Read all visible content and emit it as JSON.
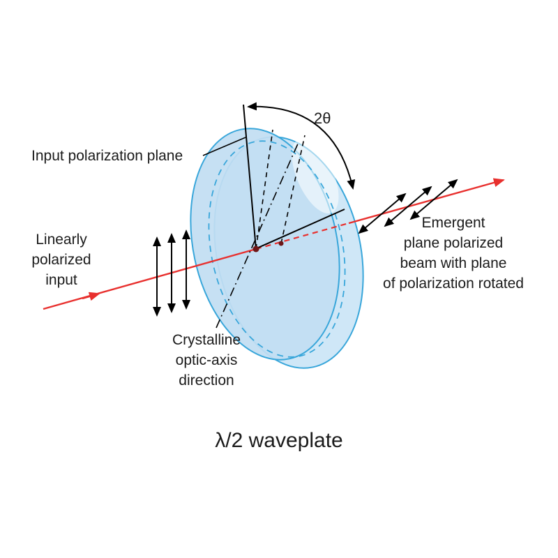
{
  "title": "λ/2 waveplate",
  "angle_label": "2θ",
  "labels": {
    "input_plane": "Input polarization plane",
    "linearly": [
      "Linearly",
      "polarized",
      "input"
    ],
    "emergent": [
      "Emergent",
      "plane polarized",
      "beam with plane",
      "of polarization rotated"
    ],
    "crystalline": [
      "Crystalline",
      "optic-axis",
      "direction"
    ]
  },
  "colors": {
    "beam": "#e8302e",
    "disk_fill_front": "#c2def2",
    "disk_fill_back": "#cfe7f7",
    "disk_stroke": "#38a6da",
    "dot": "#6e1616",
    "ink": "#000000"
  }
}
